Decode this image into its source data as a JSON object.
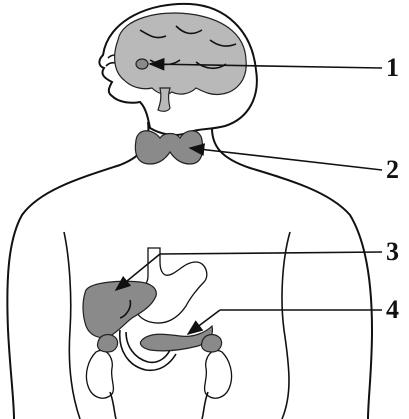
{
  "labels": [
    {
      "id": "label-1",
      "text": "1"
    },
    {
      "id": "label-2",
      "text": "2"
    },
    {
      "id": "label-3",
      "text": "3"
    },
    {
      "id": "label-4",
      "text": "4"
    }
  ],
  "colors": {
    "organ_dark": "#8a8a8a",
    "organ_light": "#b9b9b9",
    "outline": "#111111"
  }
}
